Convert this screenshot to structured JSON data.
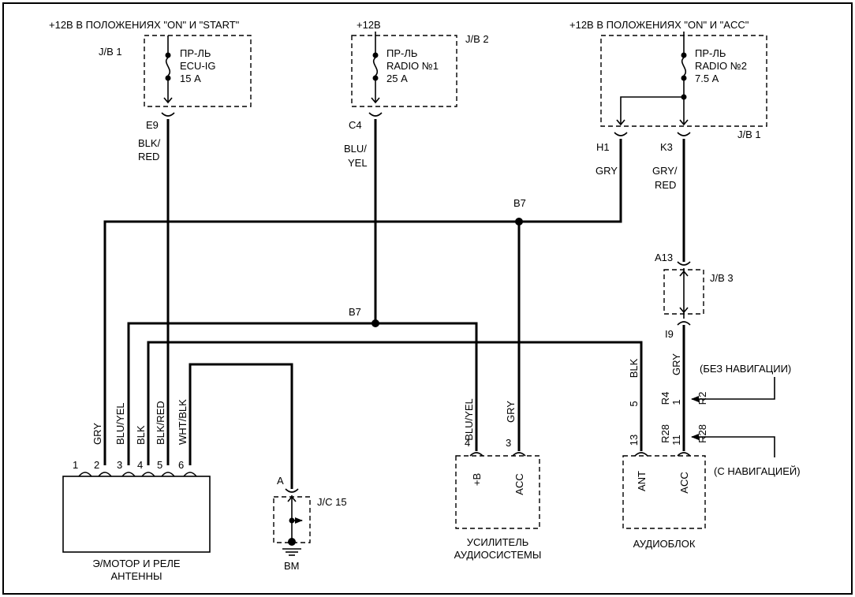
{
  "power": {
    "ig": "+12В В ПОЛОЖЕНИЯХ \"ON\" И  \"START\"",
    "batt": "+12В",
    "acc": "+12В В ПОЛОЖЕНИЯХ \"ON\" И  \"ACC\""
  },
  "fuses": {
    "f1": {
      "jb": "J/B 1",
      "l1": "ПР-ЛЬ",
      "l2": "ECU-IG",
      "l3": "15 А"
    },
    "f2": {
      "jb": "J/B 2",
      "l1": "ПР-ЛЬ",
      "l2": "RADIO №1",
      "l3": "25 А"
    },
    "f3": {
      "jb": "J/B 1",
      "l1": "ПР-ЛЬ",
      "l2": "RADIO №2",
      "l3": "7.5 А"
    }
  },
  "connectors": {
    "e9": "E9",
    "c4": "C4",
    "h1": "H1",
    "k3": "K3",
    "a13": "A13",
    "i9": "I9",
    "b7a": "B7",
    "b7b": "B7",
    "jb3": "J/B 3",
    "jc15": "J/C 15",
    "a": "A",
    "bm": "BM"
  },
  "wires": {
    "blk_red_1": "BLK/",
    "blk_red_2": "RED",
    "blu_yel_1": "BLU/",
    "blu_yel_2": "YEL",
    "gry_h1": "GRY",
    "gry_red_1": "GRY/",
    "gry_red_2": "RED"
  },
  "antenna": {
    "pins": [
      "1",
      "2",
      "3",
      "4",
      "5",
      "6"
    ],
    "wires": [
      "GRY",
      "BLU/YEL",
      "BLK",
      "BLK/RED",
      "WHT/BLK"
    ],
    "name1": "Э/МОТОР И  РЕЛЕ",
    "name2": "АНТЕННЫ"
  },
  "amp": {
    "wire_b": "BLU/YEL",
    "wire_acc": "GRY",
    "pin_b": "4",
    "pin_acc": "3",
    "label_b": "+B",
    "label_acc": "ACC",
    "name1": "УСИЛИТЕЛЬ",
    "name2": "АУДИОСИСТЕМЫ"
  },
  "head": {
    "wire_ant": "BLK",
    "wire_acc": "GRY",
    "pin_ant_a": "5",
    "pin_acc_a1": "R4",
    "pin_acc_a2": "1",
    "pin_r2": "R2",
    "pin_ant_b": "13",
    "pin_r28_1": "R28",
    "pin_acc_b": "11",
    "pin_r28_2": "R28",
    "label_ant": "ANT",
    "label_acc": "ACC",
    "name": "АУДИОБЛОК",
    "note_no_nav": "(БЕЗ НАВИГАЦИИ)",
    "note_nav": "(С НАВИГАЦИЕЙ)"
  }
}
